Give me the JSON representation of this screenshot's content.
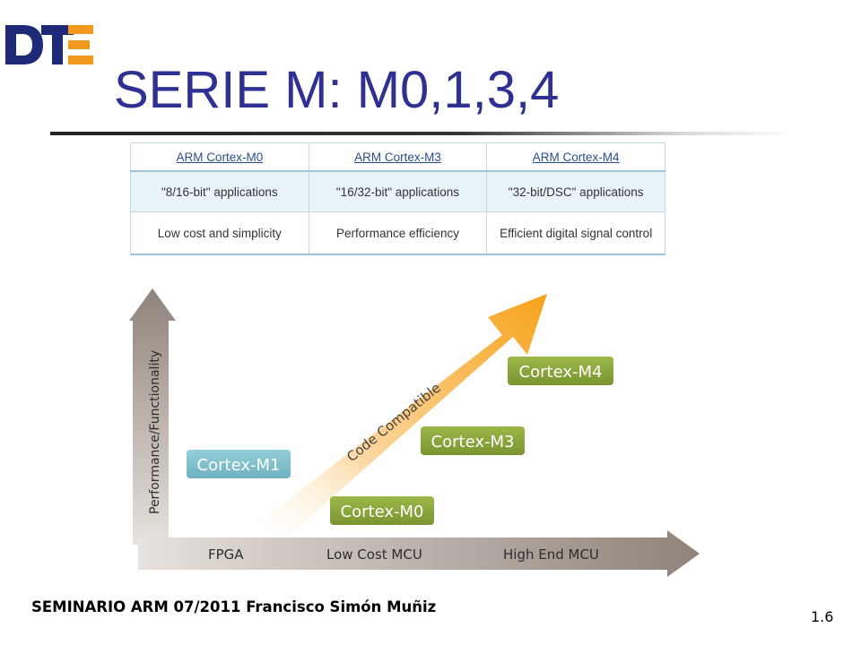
{
  "logo": {
    "text": "DTE"
  },
  "slide": {
    "title": "SERIE M: M0,1,3,4",
    "footer": "SEMINARIO ARM 07/2011  Francisco Simón Muñiz",
    "page_number": "1.6"
  },
  "table": {
    "headers": [
      "ARM Cortex-M0",
      "ARM Cortex-M3",
      "ARM Cortex-M4"
    ],
    "rows": [
      [
        "\"8/16-bit\" applications",
        "\"16/32-bit\" applications",
        "\"32-bit/DSC\" applications"
      ],
      [
        "Low cost and simplicity",
        "Performance efficiency",
        "Efficient digital signal control"
      ]
    ]
  },
  "diagram": {
    "y_axis_label": "Performance/Functionality",
    "x_axis_labels": [
      "FPGA",
      "Low Cost MCU",
      "High End MCU"
    ],
    "diagonal_label": "Code Compatible",
    "boxes": [
      {
        "label": "Cortex-M1",
        "color": "#7fbfcc"
      },
      {
        "label": "Cortex-M0",
        "color": "#8aa63a"
      },
      {
        "label": "Cortex-M3",
        "color": "#8aa63a"
      },
      {
        "label": "Cortex-M4",
        "color": "#8aa63a"
      }
    ],
    "colors": {
      "axis_arrow": "#9a8f86",
      "diagonal_arrow": "#f7a21b"
    }
  }
}
